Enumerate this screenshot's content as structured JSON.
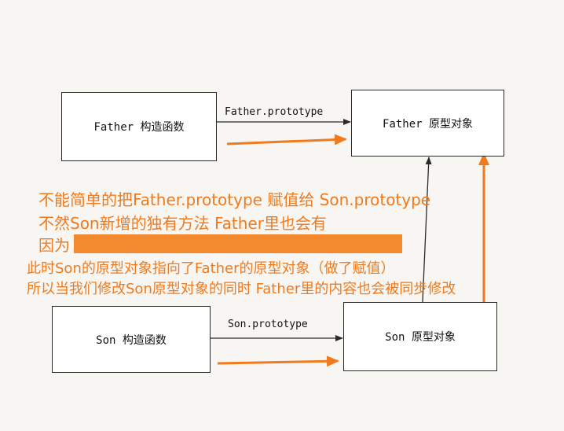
{
  "boxes": {
    "father_constructor": "Father 构造函数",
    "father_prototype": "Father 原型对象",
    "son_constructor": "Son 构造函数",
    "son_prototype": "Son 原型对象"
  },
  "edge_labels": {
    "father": "Father.prototype",
    "son": "Son.prototype"
  },
  "notes": [
    "不能简单的把Father.prototype 赋值给 Son.prototype",
    "不然Son新增的独有方法 Father里也会有",
    "因为",
    "此时Son的原型对象指向了Father的原型对象（做了赋值）",
    "所以当我们修改Son原型对象的同时 Father里的内容也会被同步修改"
  ],
  "colors": {
    "annotation": "#f07a1e",
    "arrow_black": "#2a2a2a"
  }
}
